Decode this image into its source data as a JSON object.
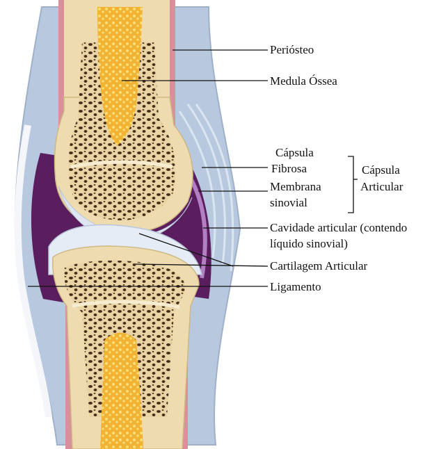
{
  "labels": {
    "periosteo": "Periósteo",
    "medula": "Medula Óssea",
    "capsula_fibrosa_1": "Cápsula",
    "capsula_fibrosa_2": "Fibrosa",
    "membrana_1": "Membrana",
    "membrana_2": "sinovial",
    "capsula_articular_1": "Cápsula",
    "capsula_articular_2": "Articular",
    "cavidade_1": "Cavidade articular (contendo",
    "cavidade_2": "líquido sinovial)",
    "cartilagem": "Cartilagem Articular",
    "ligamento": "Ligamento"
  },
  "colors": {
    "bone": "#eedcb0",
    "marrow": "#f2b233",
    "cavity": "#5a1d5e",
    "cartilage": "#dfe6f1",
    "capsule": "#b7c8df",
    "periosteum": "#d9909a"
  }
}
